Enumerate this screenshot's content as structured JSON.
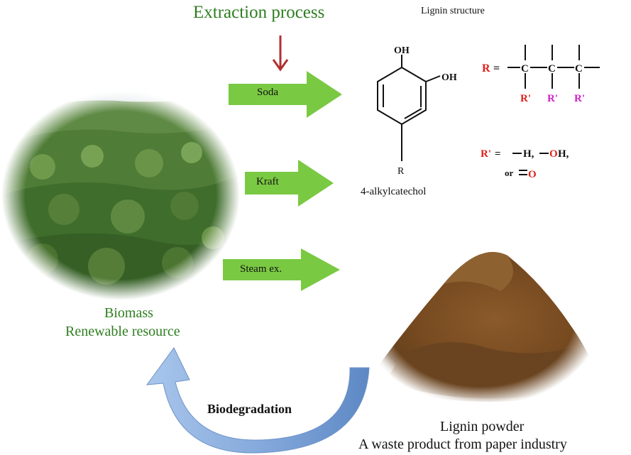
{
  "title": "Extraction process",
  "structure_title": "Lignin structure",
  "processes": [
    {
      "label": "Soda"
    },
    {
      "label": "Kraft"
    },
    {
      "label": "Steam ex."
    }
  ],
  "biomass": {
    "line1": "Biomass",
    "line2": "Renewable resource"
  },
  "powder": {
    "line1": "Lignin powder",
    "line2": "A waste product from paper industry"
  },
  "cycle_label": "Biodegradation",
  "molecule": {
    "oh1": "OH",
    "oh2": "OH",
    "r": "R",
    "name": "4-alkylcatechol"
  },
  "r_def": {
    "r": "R",
    "eq": "=",
    "c": "C",
    "rprime": "R'"
  },
  "rprime_def": {
    "lhs": "R'",
    "eq": "=",
    "opt1": "H,",
    "opt2_o": "O",
    "opt2_h": "H,",
    "or": "or",
    "opt3": "O"
  },
  "colors": {
    "green_text": "#2e7d1f",
    "arrow_green": "#7ac943",
    "down_arrow": "#b03030",
    "red": "#e0201a",
    "magenta": "#d020c8",
    "cycle_arrow": "#8fb4e3"
  }
}
